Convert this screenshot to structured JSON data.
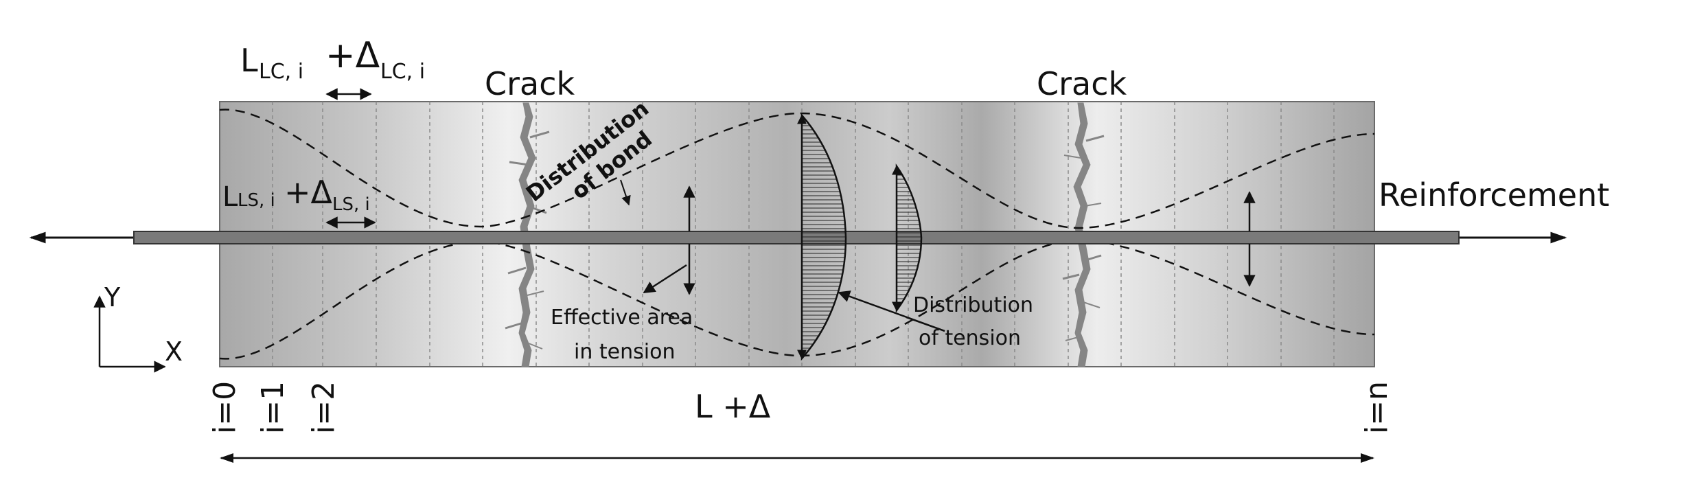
{
  "labels": {
    "crack_left": "Crack",
    "crack_right": "Crack",
    "reinforcement": "Reinforcement",
    "distribution_of_bond_line1": "Distribution",
    "distribution_of_bond_line2": "of bond",
    "effective_area_line1": "Effective area",
    "effective_area_line2": "in tension",
    "distribution_of_tension_line1": "Distribution",
    "distribution_of_tension_line2": "of tension",
    "length_label": "L +Δ",
    "axis_y": "Y",
    "axis_x": "X",
    "llc_main": "L",
    "llc_sub": "LC, i",
    "llc_plus": "+Δ",
    "llc_plus_sub": "LC, i",
    "lls_main": "L",
    "lls_sub": "LS, i",
    "lls_plus": "+Δ",
    "lls_plus_sub": "LS, i",
    "index_0": "i=0",
    "index_1": "i=1",
    "index_2": "i=2",
    "index_n": "i=n"
  },
  "colors": {
    "specimen_edge": "#6a6a6a",
    "specimen_dark": "#9a9a9a",
    "specimen_light": "#ececec",
    "rebar_fill": "#7a7a7a",
    "crack_color": "#808080",
    "line_color": "#111111"
  }
}
